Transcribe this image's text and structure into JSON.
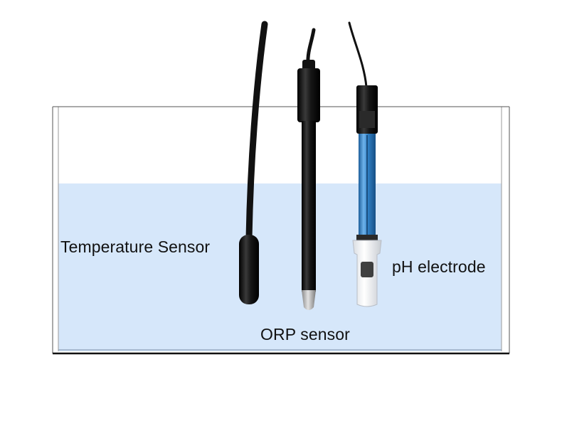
{
  "labels": {
    "temperature": "Temperature Sensor",
    "ph": "pH electrode",
    "orp": "ORP sensor"
  },
  "colors": {
    "water": "#d6e7fa",
    "tank_border": "#444444",
    "sensor_body": "#1a1a1a",
    "ph_glass": "#3f8fd0",
    "label_text": "#111111"
  }
}
